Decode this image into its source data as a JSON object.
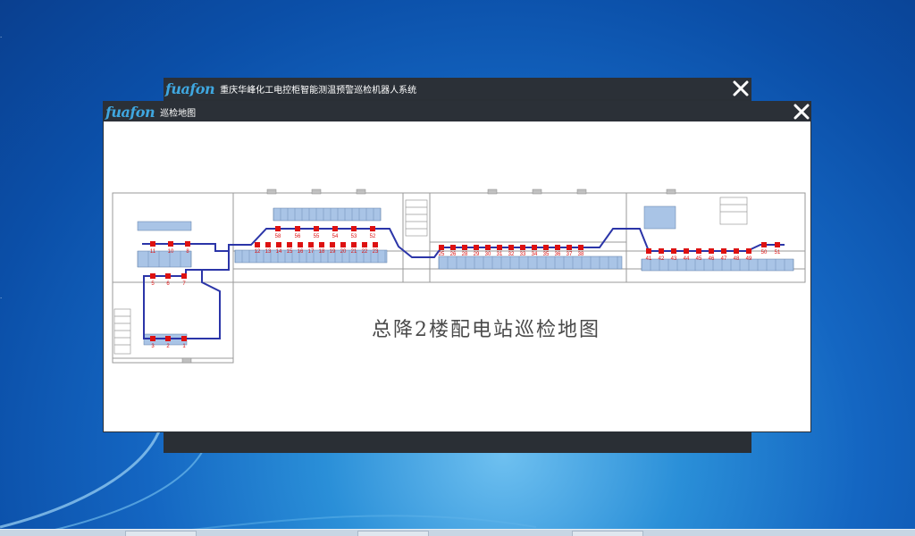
{
  "back_window": {
    "logo": "fuafon",
    "title": "重庆华峰化工电控柜智能测温预警巡检机器人系统"
  },
  "front_window": {
    "logo": "fuafon",
    "title": "巡检地图"
  },
  "map": {
    "caption": "总降2楼配电站巡检地图",
    "points_left": [
      "11",
      "10",
      "8",
      "5",
      "6",
      "7",
      "3",
      "2",
      "1"
    ],
    "points_top": [
      "58",
      "56",
      "55",
      "54",
      "53",
      "52"
    ],
    "points_row1": [
      "12",
      "13",
      "14",
      "15",
      "16",
      "17",
      "18",
      "19",
      "20",
      "21",
      "22",
      "23"
    ],
    "points_mid": [
      "25",
      "26",
      "28",
      "29",
      "30",
      "31",
      "32",
      "33",
      "34",
      "35",
      "36",
      "37",
      "38"
    ],
    "points_right": [
      "41",
      "42",
      "43",
      "44",
      "45",
      "46",
      "47",
      "48",
      "49",
      "50",
      "51"
    ],
    "colors": {
      "route": "#2b35a8",
      "point": "#dd1111",
      "cabinet": "#a9c4e6",
      "wall": "#9a9a9a"
    }
  }
}
